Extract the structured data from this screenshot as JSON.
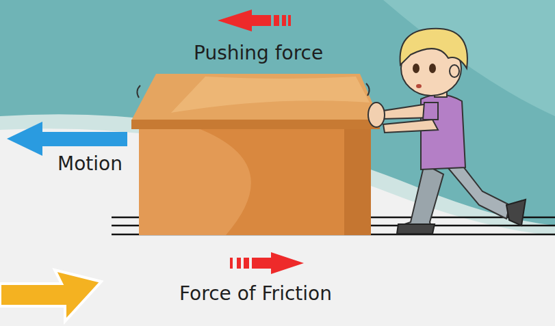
{
  "diagram": {
    "labels": [
      "Pushing force",
      "Motion",
      "Force of Friction"
    ]
  }
}
